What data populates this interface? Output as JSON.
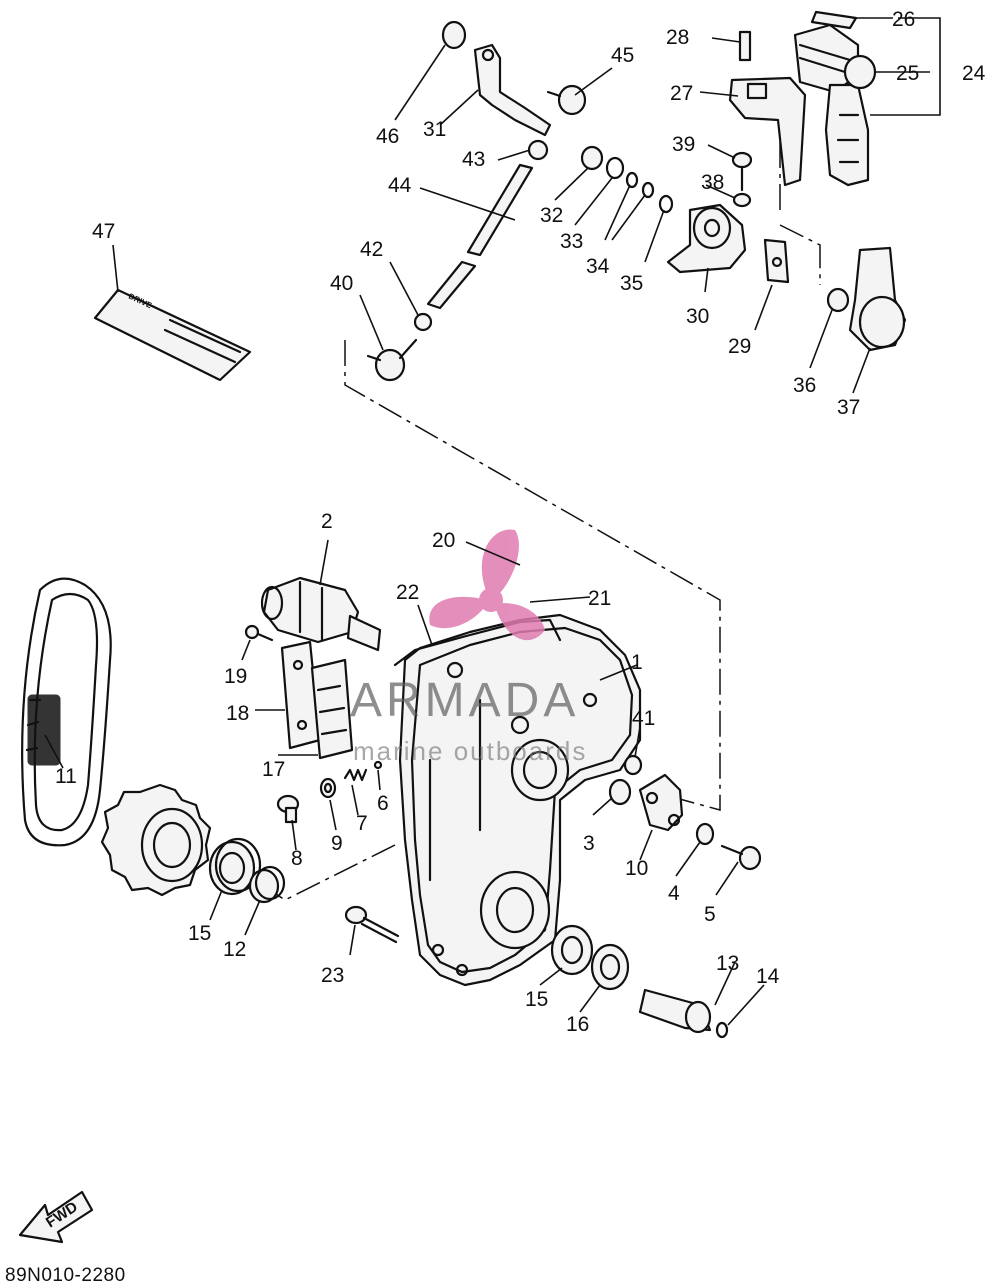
{
  "catalog_number": "89N010-2280",
  "fwd_label": "FWD",
  "decal_text": "DRIVE",
  "watermark": {
    "brand": "ARMADA",
    "tagline": "marine outboards",
    "logo_color": "#e07bb0"
  },
  "callouts": [
    "1",
    "2",
    "3",
    "4",
    "5",
    "6",
    "7",
    "8",
    "9",
    "10",
    "11",
    "12",
    "13",
    "14",
    "15",
    "15",
    "16",
    "17",
    "18",
    "19",
    "20",
    "21",
    "22",
    "23",
    "24",
    "25",
    "26",
    "27",
    "28",
    "29",
    "30",
    "31",
    "32",
    "33",
    "34",
    "35",
    "36",
    "37",
    "38",
    "39",
    "40",
    "41",
    "42",
    "43",
    "44",
    "45",
    "46",
    "47"
  ]
}
